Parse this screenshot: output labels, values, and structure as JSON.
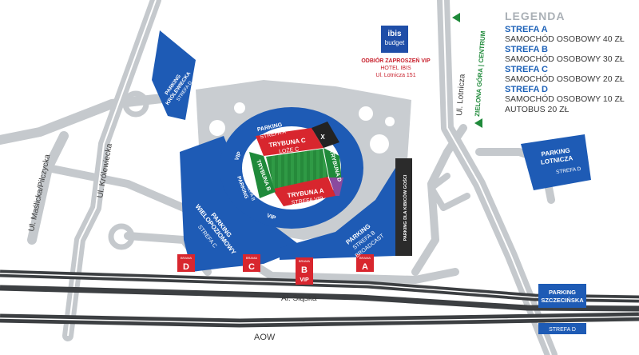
{
  "colors": {
    "blue": "#1e5bb5",
    "dark_blue": "#1a4fa0",
    "red": "#d8262e",
    "green": "#1f8a3a",
    "purple": "#8a4a9e",
    "gray": "#c9cdd1",
    "road": "#c5c9cd",
    "highway": "#3c3f42"
  },
  "legend": {
    "title": "LEGENDA",
    "zones": [
      {
        "zone": "STREFA A",
        "prices": [
          "SAMOCHÓD OSOBOWY 40 ZŁ"
        ]
      },
      {
        "zone": "STREFA B",
        "prices": [
          "SAMOCHÓD OSOBOWY 30 ZŁ"
        ]
      },
      {
        "zone": "STREFA C",
        "prices": [
          "SAMOCHÓD OSOBOWY 20 ZŁ"
        ]
      },
      {
        "zone": "STREFA D",
        "prices": [
          "SAMOCHÓD OSOBOWY 10 ZŁ",
          "AUTOBUS 20 ZŁ"
        ]
      }
    ]
  },
  "hotel": {
    "logo_top": "ibis",
    "logo_bottom": "budget",
    "pickup_title": "ODBIÓR ZAPROSZEŃ VIP",
    "hotel_name": "HOTEL IBIS",
    "address": "Ul. Lotnicza 151"
  },
  "streets": {
    "maslicka": "Ul. Maślicka/Pilczycka",
    "krolewiecka": "Ul. Królewiecka",
    "lotnicza": "Ul. Lotnicza",
    "slaska": "Al. Śląska",
    "aow": "AOW",
    "direction": "ZIELONA GÓRA | CENTRUM"
  },
  "stands": {
    "c_top": "TRYBUNA C",
    "c_bottom": "LOŻE C",
    "a_top": "TRYBUNA A",
    "a_bottom": "STREFA VIP",
    "b": "TRYBUNA B",
    "d": "TRYBUNA D",
    "x": "X"
  },
  "parkings": {
    "krolewiecka_name": "PARKING\nKRÓLEWIECKA",
    "krolewiecka_zone": "STREFA D",
    "strefa_a_name": "PARKING",
    "strefa_a_zone": "STREFA A",
    "b_inner_name": "PARKING",
    "b_inner_zone": "STREFA B",
    "vip_left": "VIP",
    "vip_bottom": "VIP",
    "multilevel_name": "PARKING\nWIELOPOZIOMOWY",
    "multilevel_zone": "STREFA C",
    "broadcast_name": "PARKING",
    "broadcast_zone": "STREFA B",
    "broadcast_sub": "BROADCAST",
    "guests": "PARKING DLA KIBICÓW GOŚCI",
    "lotnicza_name": "PARKING\nLOTNICZA",
    "lotnicza_zone": "STREFA D",
    "szczecinska_name": "PARKING\nSZCZECIŃSKA",
    "szczecinska_zone": "STREFA D"
  },
  "gates": [
    {
      "label": "BRAMA",
      "letter": "D"
    },
    {
      "label": "BRAMA",
      "letter": "C"
    },
    {
      "label": "BRAMA",
      "letter": "B",
      "extra": "VIP"
    },
    {
      "label": "BRAMA",
      "letter": "A"
    }
  ]
}
